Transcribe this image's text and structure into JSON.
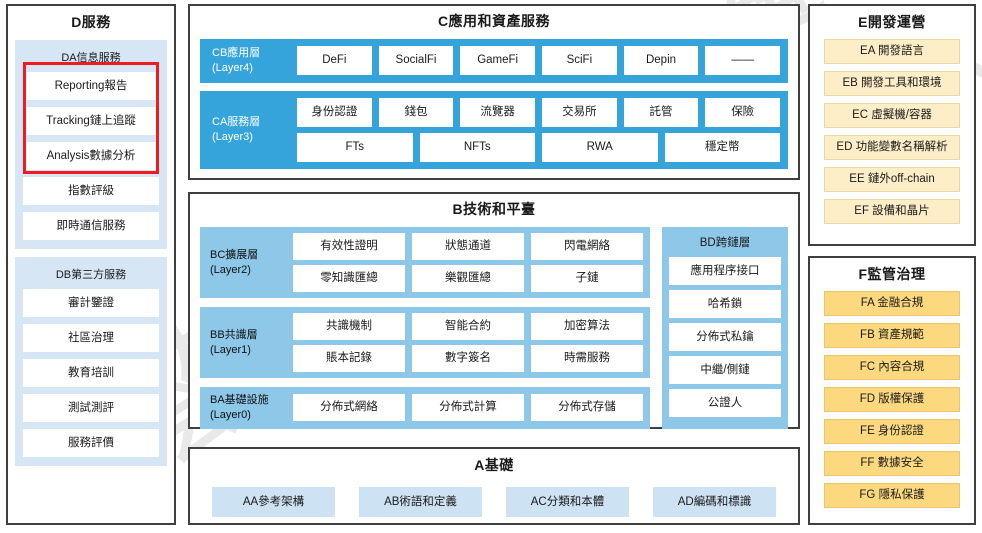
{
  "watermarks": [
    "区块链",
    "标准化",
    "协会",
    "WX"
  ],
  "panels": {
    "d": {
      "title": "D服務",
      "groups": [
        {
          "name": "DA信息服務",
          "items": [
            "Reporting報告",
            "Tracking鏈上追蹤",
            "Analysis數據分析",
            "指數評級",
            "即時通信服務"
          ]
        },
        {
          "name": "DB第三方服務",
          "items": [
            "審計鑒證",
            "社區治理",
            "教育培訓",
            "測試測評",
            "服務評價"
          ]
        }
      ],
      "highlight_color": "#ee1c22"
    },
    "c": {
      "title": "C應用和資產服務",
      "accent": "#35a4db",
      "bands": [
        {
          "label": "CB應用層\n(Layer4)",
          "label_line1": "CB應用層",
          "label_line2": "(Layer4)",
          "rows": [
            [
              "DeFi",
              "SocialFi",
              "GameFi",
              "SciFi",
              "Depin",
              "——"
            ]
          ]
        },
        {
          "label_line1": "CA服務層",
          "label_line2": "(Layer3)",
          "rows": [
            [
              "身份認證",
              "錢包",
              "流覽器",
              "交易所",
              "託管",
              "保險"
            ],
            [
              "FTs",
              "NFTs",
              "RWA",
              "穩定幣"
            ]
          ]
        }
      ]
    },
    "b": {
      "title": "B技術和平臺",
      "accent": "#8ec8e8",
      "bands": [
        {
          "label_line1": "BC擴展層",
          "label_line2": "(Layer2)",
          "rows": [
            [
              "有效性證明",
              "狀態通道",
              "閃電網絡"
            ],
            [
              "零知識匯總",
              "樂觀匯總",
              "子鏈"
            ]
          ]
        },
        {
          "label_line1": "BB共識層",
          "label_line2": "(Layer1)",
          "rows": [
            [
              "共識機制",
              "智能合約",
              "加密算法"
            ],
            [
              "賬本記錄",
              "數字簽名",
              "時需服務"
            ]
          ]
        },
        {
          "label_line1": "BA基礎設施",
          "label_line2": "(Layer0)",
          "rows": [
            [
              "分佈式網絡",
              "分佈式計算",
              "分佈式存儲"
            ]
          ]
        }
      ],
      "crosschain": {
        "title": "BD跨鏈層",
        "items": [
          "應用程序接口",
          "哈希鎖",
          "分佈式私鑰",
          "中繼/側鏈",
          "公證人"
        ]
      }
    },
    "a": {
      "title": "A基礎",
      "items": [
        "AA參考架構",
        "AB術語和定義",
        "AC分類和本體",
        "AD編碼和標識"
      ]
    },
    "e": {
      "title": "E開發運營",
      "accent": "#fdeec7",
      "items": [
        "EA 開發語言",
        "EB 開發工具和環境",
        "EC 虛擬機/容器",
        "ED 功能變數名稱解析",
        "EE 鏈外off-chain",
        "EF 設備和晶片"
      ]
    },
    "f": {
      "title": "F監管治理",
      "accent": "#fcd97e",
      "items": [
        "FA 金融合規",
        "FB 資產規範",
        "FC 內容合規",
        "FD 版權保護",
        "FE 身份認證",
        "FF 數據安全",
        "FG 隱私保護"
      ]
    }
  }
}
